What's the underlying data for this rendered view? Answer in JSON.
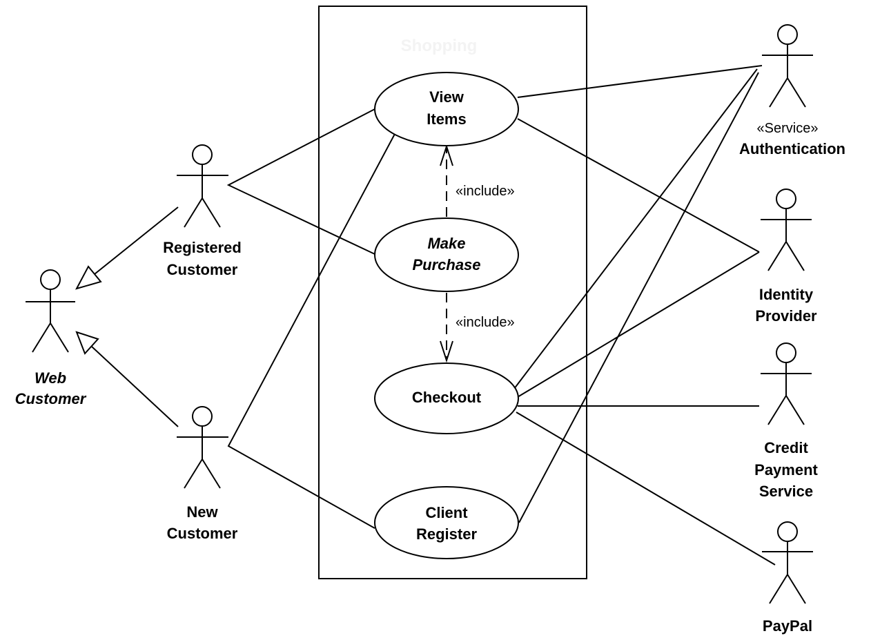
{
  "diagram": {
    "colors": {
      "stroke": "#000000",
      "fill": "#ffffff",
      "faded_text": "#f3f3f3"
    },
    "system_name": "Shopping",
    "footer_caption": "",
    "actors": {
      "web_customer": {
        "lines": [
          "Web",
          "Customer"
        ],
        "italic": true
      },
      "registered_customer": {
        "lines": [
          "Registered",
          "Customer"
        ]
      },
      "new_customer": {
        "lines": [
          "New",
          "Customer"
        ]
      },
      "authentication": {
        "stereotype": "«Service»",
        "lines": [
          "Authentication"
        ]
      },
      "identity_provider": {
        "lines": [
          "Identity",
          "Provider"
        ]
      },
      "credit_payment_service": {
        "lines": [
          "Credit",
          "Payment",
          "Service"
        ]
      },
      "paypal": {
        "lines": [
          "PayPal"
        ]
      }
    },
    "use_cases": {
      "view_items": {
        "lines": [
          "View",
          "Items"
        ]
      },
      "make_purchase": {
        "lines": [
          "Make",
          "Purchase"
        ],
        "italic": true
      },
      "checkout": {
        "lines": [
          "Checkout"
        ]
      },
      "client_register": {
        "lines": [
          "Client",
          "Register"
        ]
      }
    },
    "relationships": {
      "include_view_items": "«include»",
      "include_checkout": "«include»"
    }
  }
}
